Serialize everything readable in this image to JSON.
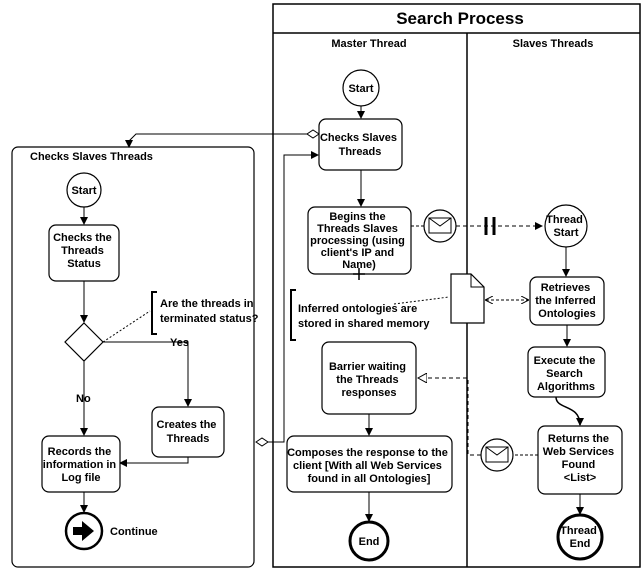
{
  "pool": {
    "title": "Search Process",
    "lane_master": "Master Thread",
    "lane_slaves": "Slaves Threads"
  },
  "subprocess": {
    "title": "Checks Slaves Threads",
    "start": "Start",
    "check_status": [
      "Checks the",
      "Threads",
      "Status"
    ],
    "question": [
      "Are the threads in",
      "terminated status?"
    ],
    "yes": "Yes",
    "no": "No",
    "create_threads": [
      "Creates the",
      "Threads"
    ],
    "record_log": [
      "Records the",
      "information in",
      "Log file"
    ],
    "continue": "Continue"
  },
  "master": {
    "start": "Start",
    "check_slaves": [
      "Checks Slaves",
      "Threads"
    ],
    "begin_processing": [
      "Begins the",
      "Threads Slaves",
      "processing (using",
      "client's IP and",
      "Name)"
    ],
    "inferred_note": [
      "Inferred ontologies are",
      "stored in shared memory"
    ],
    "barrier": [
      "Barrier waiting",
      "the Threads",
      "responses"
    ],
    "compose": [
      "Composes the response to the",
      "client [With all Web Services",
      "found in all Ontologies]"
    ],
    "end": "End"
  },
  "slaves": {
    "thread_start": [
      "Thread",
      "Start"
    ],
    "retrieves": [
      "Retrieves",
      "the Inferred",
      "Ontologies"
    ],
    "execute": [
      "Execute the",
      "Search",
      "Algorithms"
    ],
    "returns": [
      "Returns the",
      "Web Services",
      "Found",
      "<List>"
    ],
    "thread_end": [
      "Thread",
      "End"
    ]
  }
}
